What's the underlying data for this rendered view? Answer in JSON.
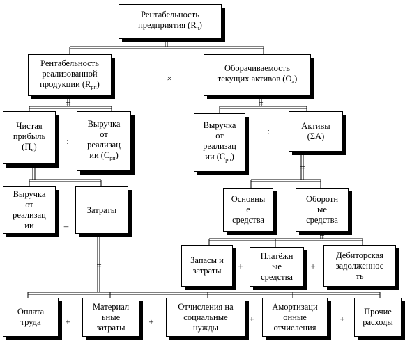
{
  "boxes": {
    "roa": {
      "text": "Рентабельность\nпредприятия (R",
      "sub": "ч",
      "close": ")"
    },
    "ros": {
      "text": "Рентабельность\nреализованной\nпродукции (R",
      "sub": "рп",
      "close": ")"
    },
    "turnover": {
      "text": "Оборачиваемость\nтекущих активов (O",
      "sub": "а",
      "close": ")"
    },
    "net_profit": {
      "text": "Чистая\nприбыль\n(П",
      "sub": "ч",
      "close": ")"
    },
    "revenue_left": {
      "text": "Выручка\nот\nреализац\nии (С",
      "sub": "рп",
      "close": ")"
    },
    "revenue_right": {
      "text": "Выручка\nот\nреализац\nии (С",
      "sub": "рп",
      "close": ")"
    },
    "assets": {
      "text": "Активы\n(ΣA)"
    },
    "revenue_low": {
      "text": "Выручка\nот\nреализац\nии"
    },
    "costs": {
      "text": "Затраты"
    },
    "fixed_assets": {
      "text": "Основны\nе\nсредства"
    },
    "current_assets": {
      "text": "Оборотн\nые\nсредства"
    },
    "inventory": {
      "text": "Запасы и\nзатраты"
    },
    "payment_means": {
      "text": "Платёжн\nые\nсредства"
    },
    "receivables": {
      "text": "Дебиторская\nзадолженнос\nть"
    },
    "labor": {
      "text": "Оплата\nтруда"
    },
    "materials": {
      "text": "Материал\nьные\nзатраты"
    },
    "social": {
      "text": "Отчисления на\nсоциальные\nнужды"
    },
    "depreciation": {
      "text": "Амортизаци\nонные\nотчисления"
    },
    "other": {
      "text": "Прочие\nрасходы"
    }
  },
  "operators": {
    "multiply": "×",
    "divide_left": ":",
    "divide_right": ":",
    "minus": "–",
    "plus_ca": "+",
    "plus_ca2": "+",
    "plus_b1": "+",
    "plus_b2": "+",
    "plus_b3": "+",
    "plus_b4": "+",
    "eq_1": "=",
    "eq_2": "=",
    "eq_3": "=",
    "eq_4": "=",
    "eq_5": "="
  }
}
